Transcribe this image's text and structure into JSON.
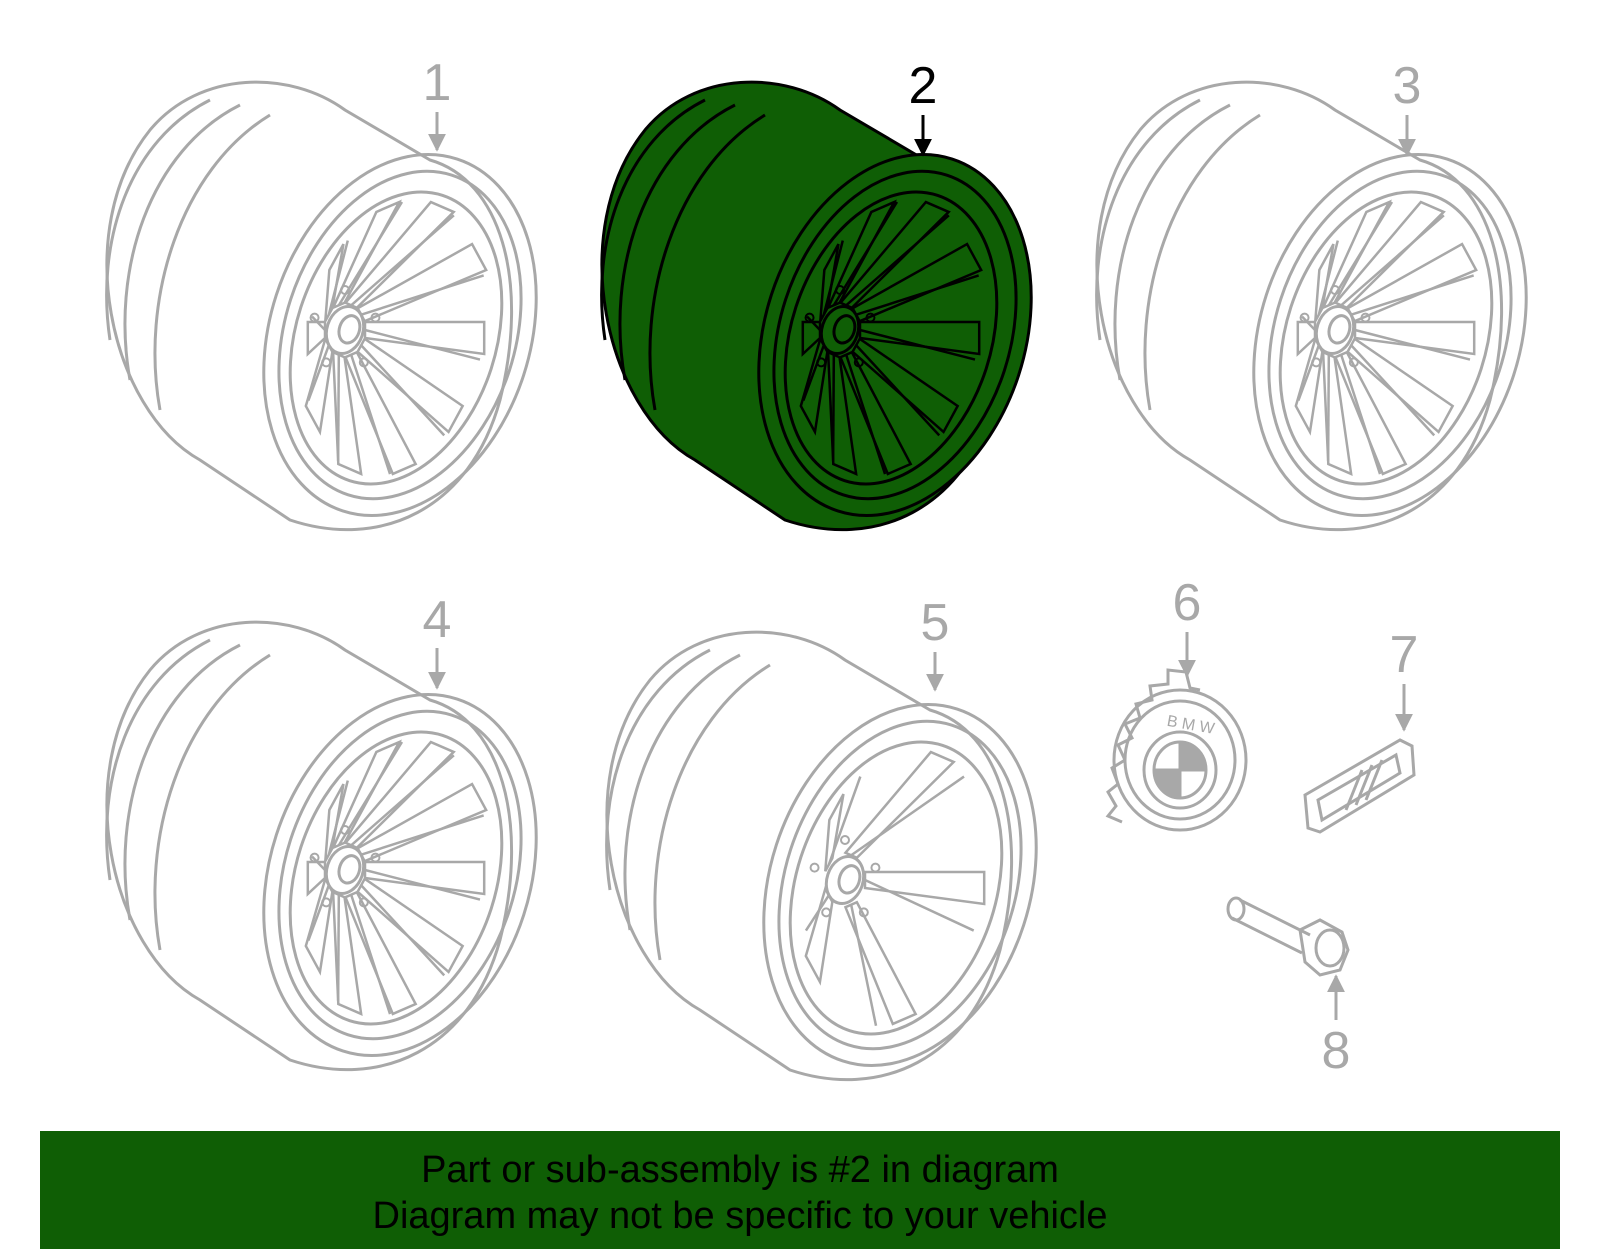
{
  "colors": {
    "highlight_fill": "#0f5e05",
    "inactive_stroke": "#a8a8a8",
    "active_stroke": "#000000",
    "banner_bg": "#0f5e05"
  },
  "callouts": [
    {
      "id": 1,
      "label": "1",
      "highlighted": false
    },
    {
      "id": 2,
      "label": "2",
      "highlighted": true
    },
    {
      "id": 3,
      "label": "3",
      "highlighted": false
    },
    {
      "id": 4,
      "label": "4",
      "highlighted": false
    },
    {
      "id": 5,
      "label": "5",
      "highlighted": false
    },
    {
      "id": 6,
      "label": "6",
      "highlighted": false
    },
    {
      "id": 7,
      "label": "7",
      "highlighted": false
    },
    {
      "id": 8,
      "label": "8",
      "highlighted": false
    }
  ],
  "emblem_text": "B M W",
  "banner": {
    "line1": "Part or sub-assembly is #2 in diagram",
    "line2": "Diagram may not be specific to your vehicle"
  }
}
